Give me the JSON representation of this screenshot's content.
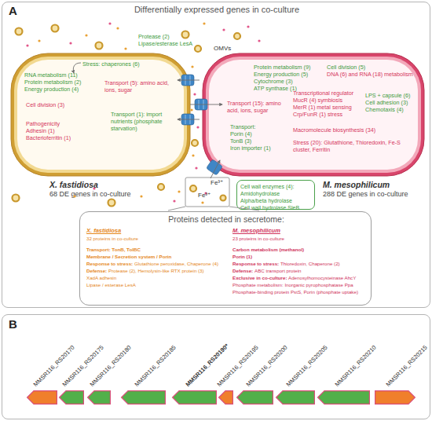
{
  "diagram": {
    "nodes": [
      {
        "text": [
          "A",
          "Differentially expressed genes in co-culture"
        ]
      },
      {
        "text": [
          "RNA metabolism (11)",
          "Protein metabolism (2)",
          "Energy production (4)",
          "Cell division (3)",
          "Pathogenicity",
          "Adhesin (1)",
          "Bacterioferritin (1)",
          "Stress: chaperones (6)",
          "Transport (5): amino acid, ions, sugar",
          "Transport (1): import nutrients (phosphate starvation)",
          "X. fastidiosa",
          "68 DE genes in co-culture"
        ],
        "in": 0
      },
      {
        "text": [
          "Protein metabolism (9)",
          "Energy production (5)",
          "Cytochrome (3)",
          "ATP synthase (1)",
          "Cell division (5)",
          "DNA (6) and RNA (18) metabolism",
          "Transcriptional regulator",
          "MucR (4) symbiosis",
          "MerR (1) metal sensing",
          "Crp/FunR (1) stress",
          "LPS + capsule (6)",
          "Cell adhesion (3)",
          "Chemotaxis (4)",
          "Transport (15): amino acid, ions, sugar",
          "Transport:",
          "Porin (4)",
          "TonB (3)",
          "Iron importer (1)",
          "Macromolecule biosynthesis (34)",
          "Stress (20): Glutathione, Thioredoxin, Fe-S cluster, Ferritin",
          "M. mesophilicum",
          "288 DE genes in co-culture"
        ],
        "in": 0
      },
      {
        "text": [
          "Cell wall enzymes (4):",
          "Amidohydrolase",
          "Alpha/beta hydrolase",
          "Cell wall hydrolase SleB"
        ],
        "in": 0
      },
      {
        "text": [
          "Proteins detected in secretome:",
          "X. fastidiosa",
          "32 proteins in co-culture",
          "Transport: TonB, TolBC",
          "Membrane / Secretion system / Porin",
          "Response to stress:",
          "Glutathione peroxidase, Chaperone (4)",
          "Defense:",
          "Protease (2), Hemolysin-like RTX protein (3)",
          "XadA adhesin",
          "Lipase / esterase LesA",
          "M. mesophilicum",
          "23 proteins in co-culture",
          "Carbon metabolism (methanol)",
          "Porin (1)",
          "Response to stress:",
          "Thioredoxin, Chaperone (2)",
          "Defense:",
          "ABC transport protein",
          "Exclusive in co-culture:",
          "Adenosylhomocysteinase AhcY",
          "Phosphate metabolism: Inorganic pyrophosphatase Ppa",
          "Phosphate-binding protein PstS, Porin (phosphate uptake)"
        ],
        "in": 0
      },
      {
        "text": [
          "B"
        ]
      },
      {
        "text": [
          "MMSR116_RS20170"
        ],
        "in": 5
      },
      {
        "text": [
          "MMSR116_RS20175"
        ],
        "in": 5
      },
      {
        "text": [
          "MMSR116_RS20180"
        ],
        "in": 5
      },
      {
        "text": [
          "MMSR116_RS20185"
        ],
        "in": 5
      },
      {
        "text": [
          "MMSR116_RS20190*"
        ],
        "in": 5
      },
      {
        "text": [
          "MMSR116_RS20195"
        ],
        "in": 5
      },
      {
        "text": [
          "MMSR116_RS20200"
        ],
        "in": 5
      },
      {
        "text": [
          "MMSR116_RS20205"
        ],
        "in": 5
      },
      {
        "text": [
          "MMSR116_RS20210"
        ],
        "in": 5
      },
      {
        "text": [
          "MMSR116_RS20215"
        ],
        "in": 5
      }
    ],
    "labels": [
      "Protease (2)",
      "Lipase/esterase LesA",
      "OMVs",
      "Fe³⁺",
      "Fe³⁺"
    ]
  }
}
